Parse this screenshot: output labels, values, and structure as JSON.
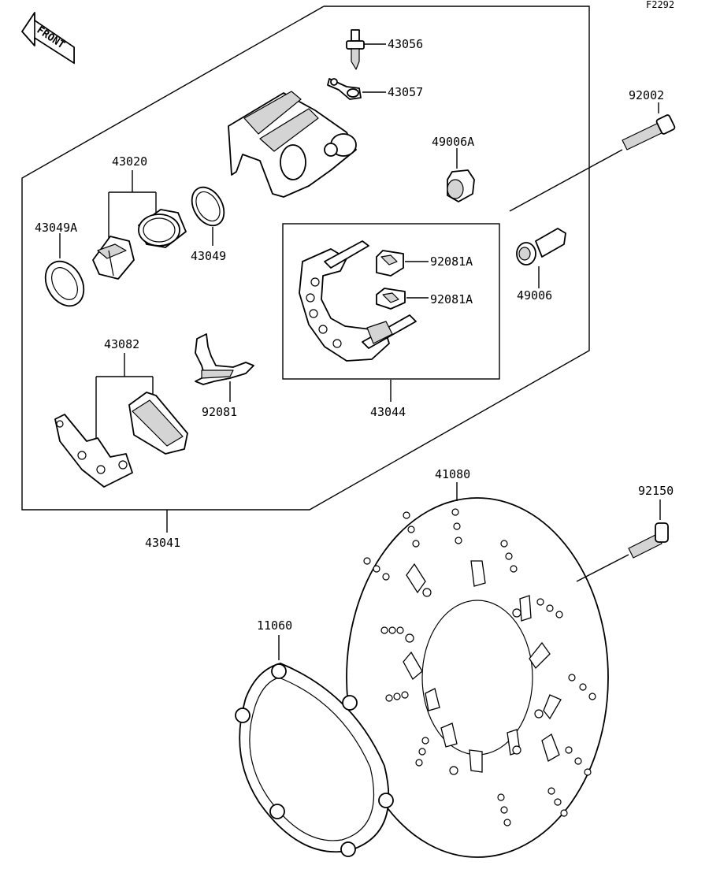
{
  "diagram": {
    "code": "F2292",
    "front_label": "FRONT",
    "labels": {
      "p43056": "43056",
      "p43057": "43057",
      "p92002": "92002",
      "p49006A": "49006A",
      "p43020": "43020",
      "p43049A": "43049A",
      "p43049": "43049",
      "p92081A_1": "92081A",
      "p92081A_2": "92081A",
      "p49006": "49006",
      "p43082": "43082",
      "p92081": "92081",
      "p43044": "43044",
      "p41080": "41080",
      "p92150": "92150",
      "p43041": "43041",
      "p11060": "11060"
    }
  }
}
